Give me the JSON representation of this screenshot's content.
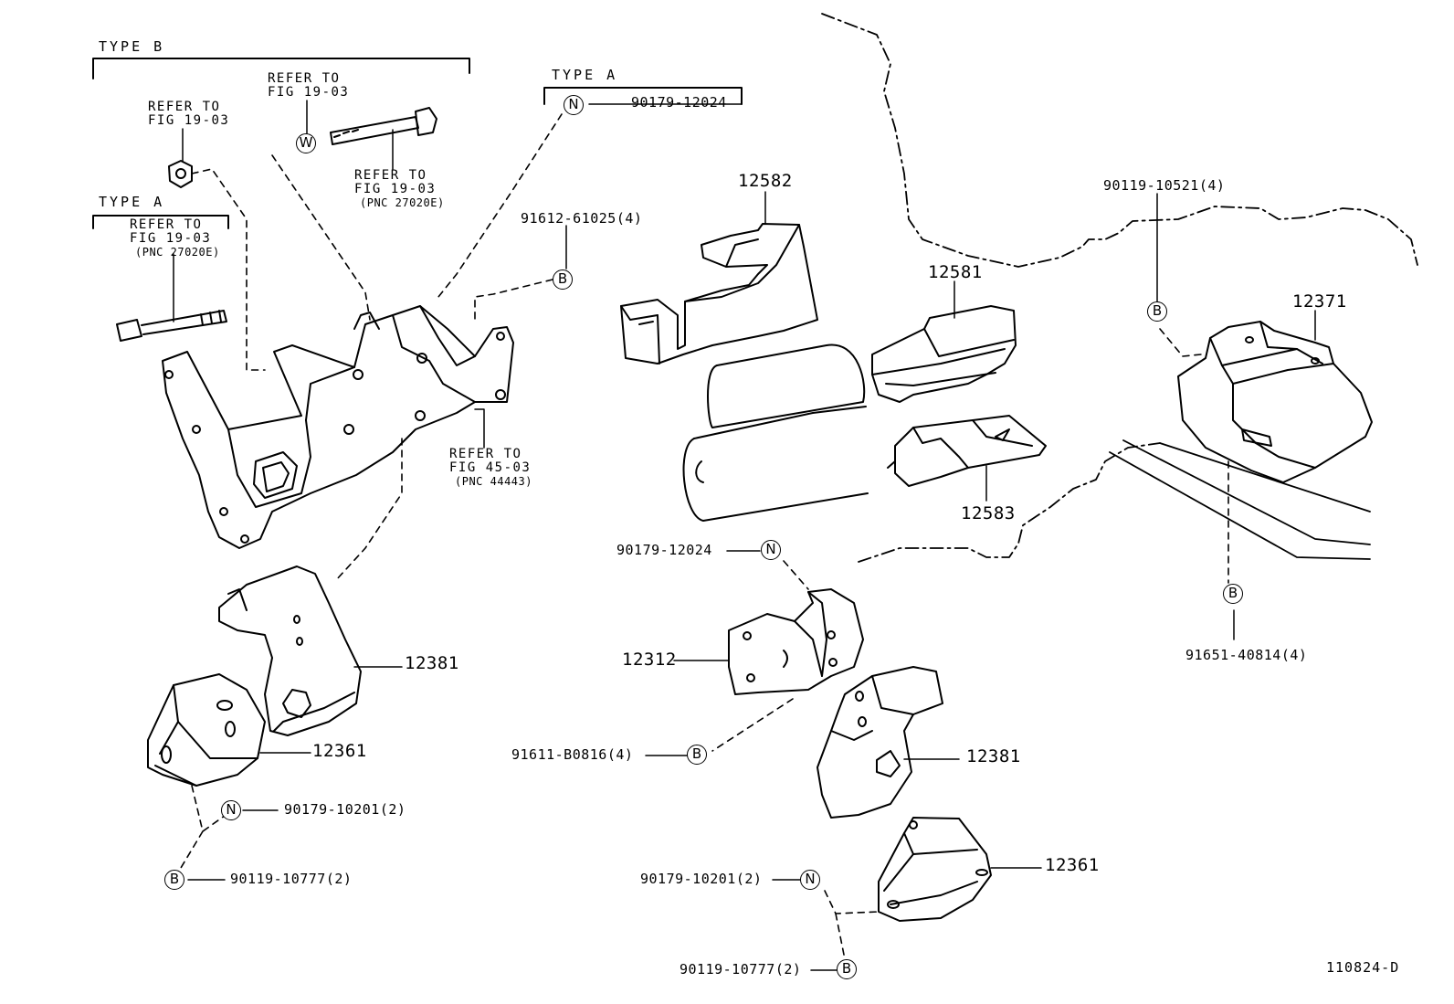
{
  "labels": {
    "type_b": "TYPE B",
    "type_a_top": "TYPE A",
    "type_a_left": "TYPE A",
    "ref_left": [
      "REFER TO",
      "FIG 19-03"
    ],
    "ref_mid": [
      "REFER TO",
      "FIG 19-03"
    ],
    "ref_typea": [
      "REFER TO",
      "FIG 19-03",
      "(PNC 27020E)"
    ],
    "ref_bolt": [
      "REFER TO",
      "FIG 19-03",
      "(PNC 27020E)"
    ],
    "ref_45": [
      "REFER TO",
      "FIG 45-03",
      "(PNC 44443)"
    ],
    "pn_n_top": "90179-12024",
    "pn_b_top": "91612-61025(4)",
    "pn_12582": "12582",
    "pn_12581": "12581",
    "pn_12583": "12583",
    "pn_right_b_top": "90119-10521(4)",
    "pn_12371": "12371",
    "pn_n_mid": "90179-12024",
    "pn_right_b_bottom": "91651-40814(4)",
    "pn_12312": "12312",
    "pn_12381_left": "12381",
    "pn_12361_left": "12361",
    "pn_n_left": "90179-10201(2)",
    "pn_b_left": "90119-10777(2)",
    "pn_b_mid": "91611-B0816(4)",
    "pn_12381_right": "12381",
    "pn_12361_right": "12361",
    "pn_n_right": "90179-10201(2)",
    "pn_b_right": "90119-10777(2)",
    "figure_code": "110824-D"
  },
  "symbols": {
    "nut": "N",
    "bolt": "B",
    "washer": "W"
  }
}
